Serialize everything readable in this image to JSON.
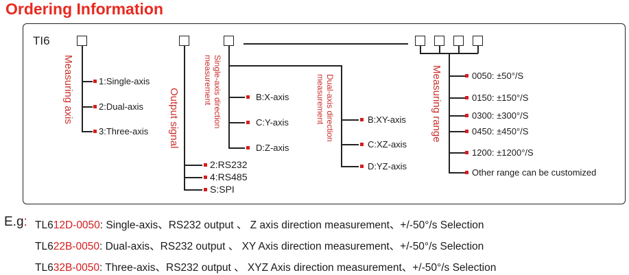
{
  "title": "Ordering Information",
  "model_prefix": "TI6",
  "measuring_axis": {
    "heading": "Measuring axis",
    "options": [
      "1:Single-axis",
      "2:Dual-axis",
      "3:Three-axis"
    ]
  },
  "output_signal": {
    "heading": "Output signal",
    "options": [
      "2:RS232",
      "4:RS485",
      "S:SPI"
    ]
  },
  "single_axis_direction": {
    "heading_line1": "Single-axis direction",
    "heading_line2": "measurement",
    "options": [
      "B:X-axis",
      "C:Y-axis",
      "D:Z-axis"
    ]
  },
  "dual_axis_direction": {
    "heading_line1": "Dual-axis direction",
    "heading_line2": "measurement",
    "options": [
      "B:XY-axis",
      "C:XZ-axis",
      "D:YZ-axis"
    ]
  },
  "measuring_range": {
    "heading": "Measuring range",
    "options": [
      "0050: ±50°/S",
      "0150: ±150°/S",
      "0300: ±300°/S",
      "0450: ±450°/S",
      "1200: ±1200°/S",
      "Other range can be customized"
    ]
  },
  "examples": {
    "label": "E.g",
    "colon": ":",
    "rows": [
      {
        "code_a": "TL6",
        "code_b": "12D-0050",
        "desc": ": Single-axis、RS232 output 、 Z axis direction measurement、+/-50°/s Selection"
      },
      {
        "code_a": "TL6",
        "code_b": "22B-0050",
        "desc": ": Dual-axis、RS232 output 、 XY Axis direction measurement、+/-50°/s Selection"
      },
      {
        "code_a": "TL6",
        "code_b": "32B-0050",
        "desc": ": Three-axis、RS232 output 、 XYZ Axis direction measurement、+/-50°/s Selection"
      }
    ]
  },
  "colors": {
    "accent_red": "#e8291f",
    "text": "#1a1a1a",
    "line": "#222222"
  }
}
